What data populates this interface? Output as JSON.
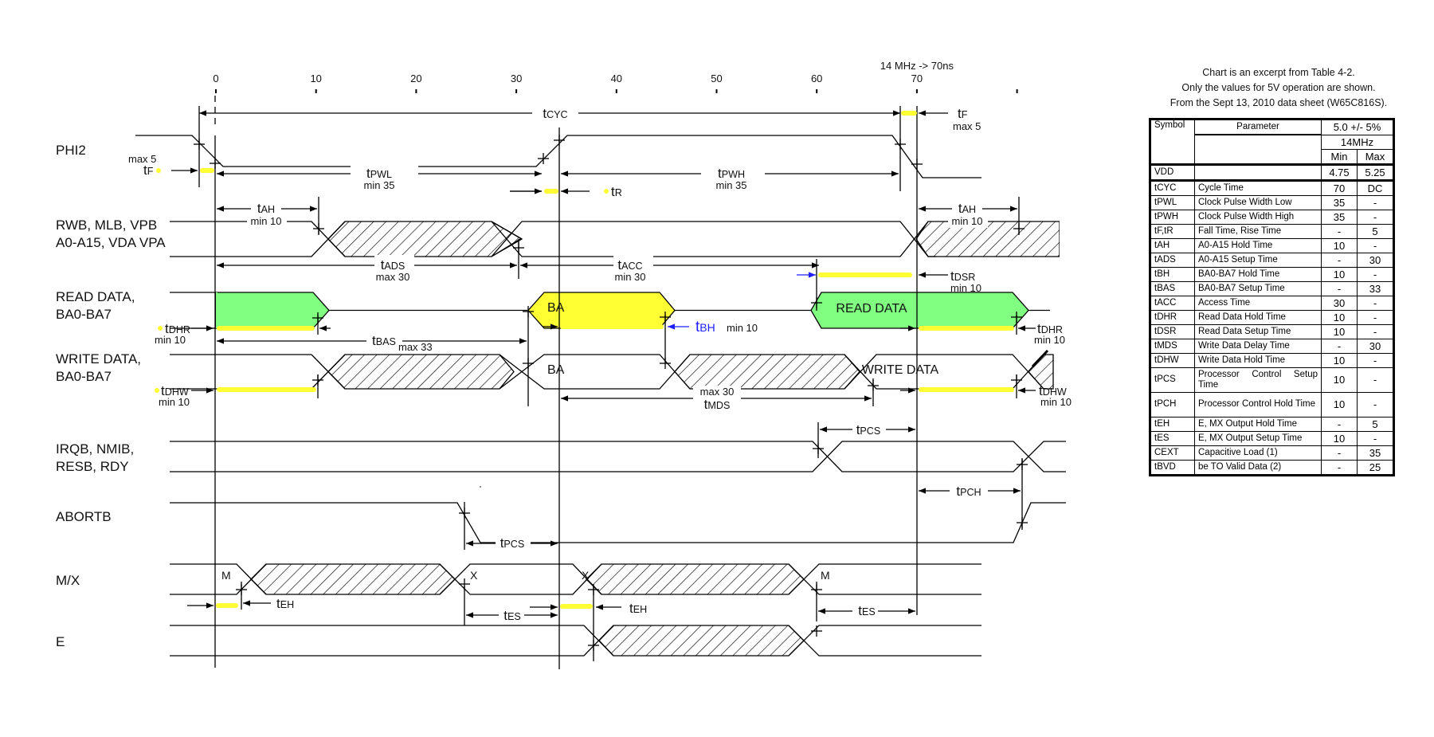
{
  "axis": {
    "ticks": [
      "0",
      "10",
      "20",
      "30",
      "40",
      "50",
      "60",
      "70"
    ],
    "extra_tick": true,
    "freq_note": "14 MHz -> 70ns"
  },
  "signals": [
    {
      "id": "phi2",
      "label": "PHI2"
    },
    {
      "id": "addr",
      "label": "RWB, MLB, VPB\nA0-A15, VDA VPA"
    },
    {
      "id": "read",
      "label": "READ DATA,\nBA0-BA7"
    },
    {
      "id": "write",
      "label": "WRITE DATA,\nBA0-BA7"
    },
    {
      "id": "irq",
      "label": "IRQB, NMIB,\nRESB, RDY"
    },
    {
      "id": "abort",
      "label": "ABORTB"
    },
    {
      "id": "mx",
      "label": "M/X"
    },
    {
      "id": "e",
      "label": "E"
    }
  ],
  "annotations": {
    "tcyc": "tCYC",
    "tf_left": {
      "name": "tF",
      "limit": "max 5"
    },
    "tf_right": {
      "name": "tF",
      "limit": "max 5"
    },
    "tpwl": {
      "name": "tPWL",
      "limit": "min 35"
    },
    "tpwh": {
      "name": "tPWH",
      "limit": "min 35"
    },
    "tr": {
      "name": "tR"
    },
    "tah_left": {
      "name": "tAH",
      "limit": "min 10"
    },
    "tah_right": {
      "name": "tAH",
      "limit": "min 10"
    },
    "tads": {
      "name": "tADS",
      "limit": "max 30"
    },
    "tacc": {
      "name": "tACC",
      "limit": "min 30"
    },
    "tdsr": {
      "name": "tDSR",
      "limit": "min 10"
    },
    "tdhr_left": {
      "name": "tDHR",
      "limit": "min 10"
    },
    "tdhr_right": {
      "name": "tDHR",
      "limit": "min 10"
    },
    "tbas": {
      "name": "tBAS",
      "limit": "max 33"
    },
    "tbh": {
      "name": "tBH",
      "limit": "min 10"
    },
    "tdhw_left": {
      "name": "tDHW",
      "limit": "min 10"
    },
    "tdhw_right": {
      "name": "tDHW",
      "limit": "min 10"
    },
    "tmds": {
      "name": "tMDS",
      "limit": "max 30"
    },
    "tpcs_irq": {
      "name": "tPCS"
    },
    "tpch": {
      "name": "tPCH"
    },
    "tpcs_abort": {
      "name": "tPCS"
    },
    "teh_left": {
      "name": "tEH"
    },
    "teh_right": {
      "name": "tEH"
    },
    "tes_left": {
      "name": "tES"
    },
    "tes_right": {
      "name": "tES"
    },
    "bus_labels": {
      "ba_read": "BA",
      "read_data": "READ DATA",
      "ba_write": "BA",
      "write_data": "WRITE DATA",
      "mx_m1": "M",
      "mx_x1": "X",
      "mx_x2": "X",
      "mx_m2": "M"
    }
  },
  "colors": {
    "read_data_fill": "#80FF80",
    "ba_fill": "#FFFF33",
    "highlight": "#FFFF33",
    "tbh_blue": "#1F1FFF"
  },
  "notes": [
    "Chart is an excerpt from Table 4-2.",
    "Only the values for 5V operation are shown.",
    "From the Sept 13, 2010 data sheet (W65C816S)."
  ],
  "table": {
    "headers": {
      "symbol": "Symbol",
      "parameter": "Parameter",
      "condition": "5.0 +/- 5%",
      "freq": "14MHz",
      "min": "Min",
      "max": "Max"
    },
    "rows": [
      {
        "symbol": "VDD",
        "parameter": "",
        "min": "4.75",
        "max": "5.25"
      },
      {
        "symbol": "tCYC",
        "parameter": "Cycle Time",
        "min": "70",
        "max": "DC"
      },
      {
        "symbol": "tPWL",
        "parameter": "Clock Pulse Width Low",
        "min": "35",
        "max": "-"
      },
      {
        "symbol": "tPWH",
        "parameter": "Clock Pulse Width High",
        "min": "35",
        "max": "-"
      },
      {
        "symbol": "tF,tR",
        "parameter": "Fall Time, Rise Time",
        "min": "-",
        "max": "5"
      },
      {
        "symbol": "tAH",
        "parameter": "A0-A15 Hold Time",
        "min": "10",
        "max": "-"
      },
      {
        "symbol": "tADS",
        "parameter": "A0-A15 Setup Time",
        "min": "-",
        "max": "30"
      },
      {
        "symbol": "tBH",
        "parameter": "BA0-BA7 Hold Time",
        "min": "10",
        "max": "-"
      },
      {
        "symbol": "tBAS",
        "parameter": "BA0-BA7 Setup Time",
        "min": "-",
        "max": "33"
      },
      {
        "symbol": "tACC",
        "parameter": "Access Time",
        "min": "30",
        "max": "-"
      },
      {
        "symbol": "tDHR",
        "parameter": "Read Data Hold Time",
        "min": "10",
        "max": "-"
      },
      {
        "symbol": "tDSR",
        "parameter": "Read Data Setup Time",
        "min": "10",
        "max": "-"
      },
      {
        "symbol": "tMDS",
        "parameter": "Write Data Delay Time",
        "min": "-",
        "max": "30"
      },
      {
        "symbol": "tDHW",
        "parameter": "Write Data Hold Time",
        "min": "10",
        "max": "-"
      },
      {
        "symbol": "tPCS",
        "parameter": "Processor Control Setup Time",
        "min": "10",
        "max": "-"
      },
      {
        "symbol": "tPCH",
        "parameter": "Processor Control Hold Time",
        "min": "10",
        "max": "-"
      },
      {
        "symbol": "tEH",
        "parameter": "E, MX Output Hold Time",
        "min": "-",
        "max": "5"
      },
      {
        "symbol": "tES",
        "parameter": "E, MX Output Setup Time",
        "min": "10",
        "max": "-"
      },
      {
        "symbol": "CEXT",
        "parameter": "Capacitive Load (1)",
        "min": "-",
        "max": "35"
      },
      {
        "symbol": "tBVD",
        "parameter": "be TO Valid Data (2)",
        "min": "-",
        "max": "25"
      }
    ]
  }
}
